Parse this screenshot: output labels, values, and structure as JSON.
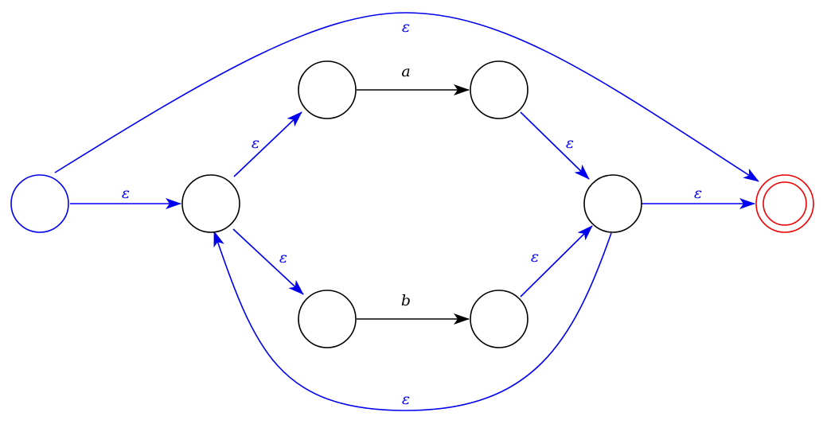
{
  "colors": {
    "normal": "#000000",
    "epsilon": "#0000ee",
    "start_state": "#0000ee",
    "accept_state": "#ee0000"
  },
  "states": [
    {
      "id": "q0",
      "kind": "start"
    },
    {
      "id": "q1",
      "kind": "normal"
    },
    {
      "id": "q2",
      "kind": "normal"
    },
    {
      "id": "q3",
      "kind": "normal"
    },
    {
      "id": "q4",
      "kind": "normal"
    },
    {
      "id": "q5",
      "kind": "normal"
    },
    {
      "id": "q6",
      "kind": "normal"
    },
    {
      "id": "q7",
      "kind": "accept"
    }
  ],
  "transitions": [
    {
      "from": "q0",
      "to": "q1",
      "label": "ε",
      "epsilon": true
    },
    {
      "from": "q1",
      "to": "q2",
      "label": "ε",
      "epsilon": true
    },
    {
      "from": "q2",
      "to": "q3",
      "label": "a",
      "epsilon": false
    },
    {
      "from": "q3",
      "to": "q6",
      "label": "ε",
      "epsilon": true
    },
    {
      "from": "q1",
      "to": "q4",
      "label": "ε",
      "epsilon": true
    },
    {
      "from": "q4",
      "to": "q5",
      "label": "b",
      "epsilon": false
    },
    {
      "from": "q5",
      "to": "q6",
      "label": "ε",
      "epsilon": true
    },
    {
      "from": "q6",
      "to": "q7",
      "label": "ε",
      "epsilon": true
    },
    {
      "from": "q0",
      "to": "q7",
      "label": "ε",
      "epsilon": true
    },
    {
      "from": "q6",
      "to": "q1",
      "label": "ε",
      "epsilon": true
    }
  ]
}
